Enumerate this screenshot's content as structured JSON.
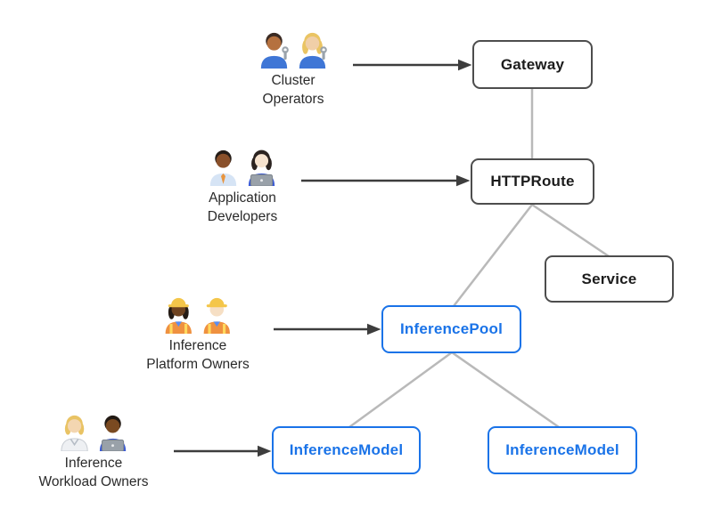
{
  "palette": {
    "standard_resource_border": "#4d4d4d",
    "standard_resource_text": "#1c1c1c",
    "inference_resource_border": "#1a73e8",
    "inference_resource_text": "#1a73e8",
    "connector_line": "#b9b9b9",
    "arrow": "#3d3d3d",
    "background": "#ffffff"
  },
  "nodes": {
    "gateway": "Gateway",
    "httproute": "HTTPRoute",
    "service": "Service",
    "inferencepool": "InferencePool",
    "inferencemodel_left": "InferenceModel",
    "inferencemodel_right": "InferenceModel"
  },
  "personas": [
    {
      "label": "Cluster\nOperators",
      "figures": [
        "man-mechanic",
        "woman-mechanic"
      ]
    },
    {
      "label": "Application\nDevelopers",
      "figures": [
        "man-office-worker",
        "woman-technologist"
      ]
    },
    {
      "label": "Inference\nPlatform Owners",
      "figures": [
        "woman-construction-worker",
        "man-construction-worker"
      ]
    },
    {
      "label": "Inference\nWorkload Owners",
      "figures": [
        "health-worker",
        "man-technologist"
      ]
    }
  ],
  "actor_arrows": [
    {
      "actor": "Cluster Operators",
      "target": "Gateway"
    },
    {
      "actor": "Application Developers",
      "target": "HTTPRoute"
    },
    {
      "actor": "Inference Platform Owners",
      "target": "InferencePool"
    },
    {
      "actor": "Inference Workload Owners",
      "target": "InferenceModel"
    }
  ],
  "edges": [
    {
      "from": "Gateway",
      "to": "HTTPRoute"
    },
    {
      "from": "HTTPRoute",
      "to": "InferencePool"
    },
    {
      "from": "HTTPRoute",
      "to": "Service"
    },
    {
      "from": "InferencePool",
      "to": "InferenceModel (left)"
    },
    {
      "from": "InferencePool",
      "to": "InferenceModel (right)"
    }
  ]
}
